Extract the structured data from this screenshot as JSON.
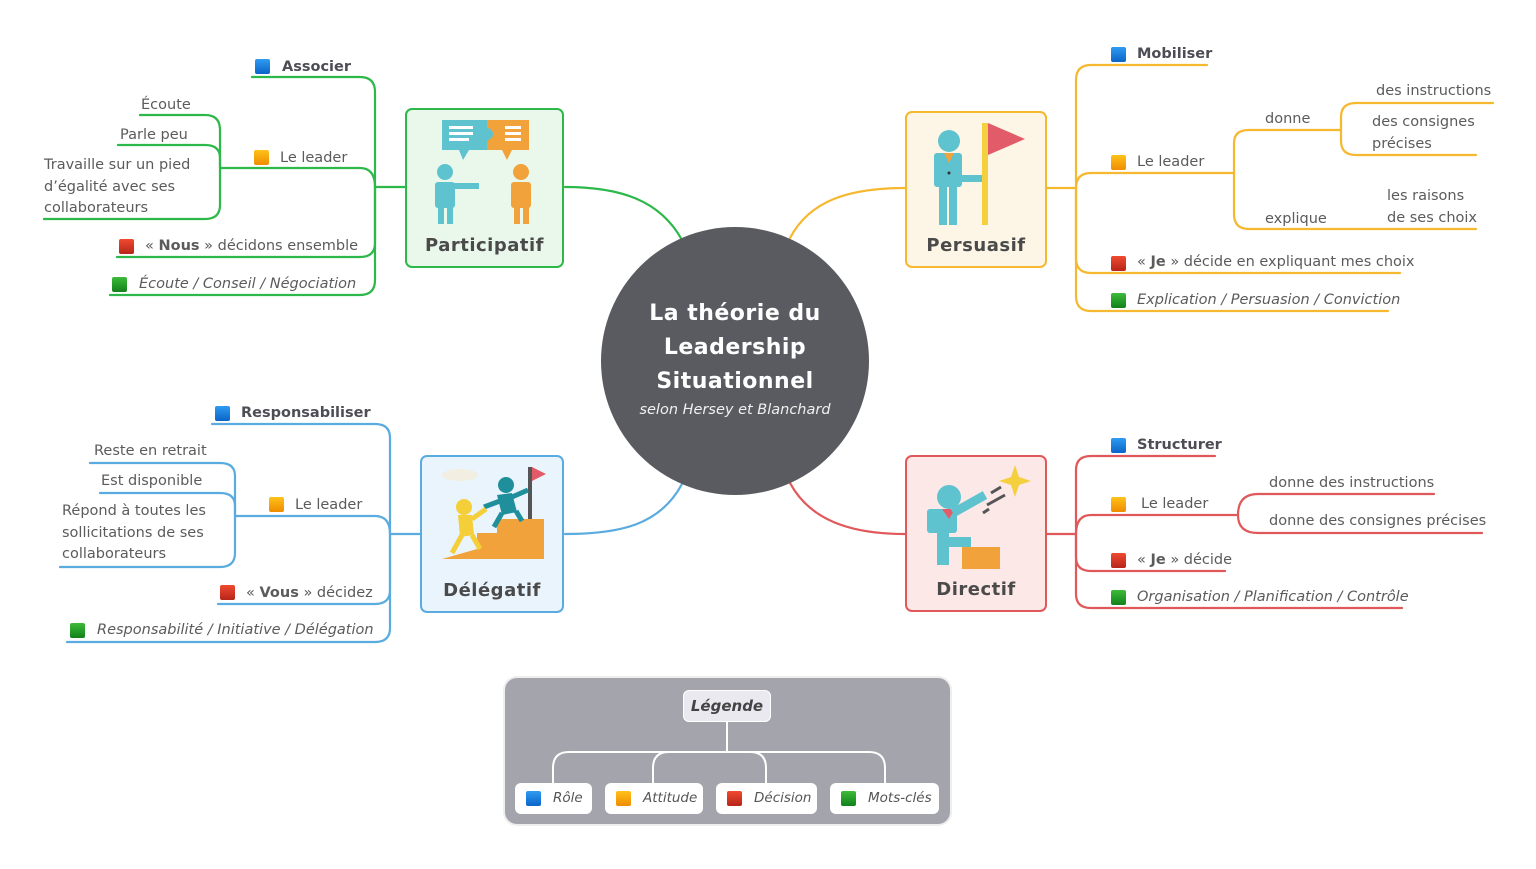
{
  "center": {
    "title_lines": [
      "La théorie du",
      "Leadership",
      "Situationnel"
    ],
    "subtitle": "selon Hersey et Blanchard"
  },
  "colors": {
    "participatif": "#2db84a",
    "persuasif": "#f5b82e",
    "delegatif": "#5aabdf",
    "directif": "#e0585a",
    "center": "#5a5b60",
    "role": "#1a7fe0",
    "attitude": "#f5a30a",
    "decision": "#d8352a",
    "keywords": "#25a12a"
  },
  "styles": {
    "participatif": {
      "label": "Participatif",
      "role": "Associer",
      "leader_label": "Le leader",
      "leader_items": [
        "Écoute",
        "Parle peu",
        "Travaille sur un pied d’égalité avec ses collaborateurs"
      ],
      "decision_pre": "« ",
      "decision_bold": "Nous",
      "decision_post": " » décidons ensemble",
      "keywords": "Écoute / Conseil / Négociation"
    },
    "persuasif": {
      "label": "Persuasif",
      "role": "Mobiliser",
      "leader_label": "Le leader",
      "verbs": [
        {
          "verb": "donne",
          "objects": [
            "des instructions",
            "des consignes précises"
          ]
        },
        {
          "verb": "explique",
          "objects": [
            "les raisons de ses choix"
          ]
        }
      ],
      "decision_pre": "« ",
      "decision_bold": "Je",
      "decision_post": " » décide en expliquant mes choix",
      "keywords": "Explication / Persuasion / Conviction"
    },
    "delegatif": {
      "label": "Délégatif",
      "role": "Responsabiliser",
      "leader_label": "Le leader",
      "leader_items": [
        "Reste en retrait",
        "Est disponible",
        "Répond à toutes les sollicitations de ses collaborateurs"
      ],
      "decision_pre": "« ",
      "decision_bold": "Vous",
      "decision_post": " » décidez",
      "keywords": "Responsabilité / Initiative / Délégation"
    },
    "directif": {
      "label": "Directif",
      "role": "Structurer",
      "leader_label": "Le leader",
      "leader_items": [
        "donne des instructions",
        "donne  des consignes précises"
      ],
      "decision_pre": "« ",
      "decision_bold": "Je",
      "decision_post": " » décide",
      "keywords": "Organisation /  Planification / Contrôle"
    }
  },
  "legend": {
    "title": "Légende",
    "items": [
      {
        "label": "Rôle",
        "type": "role"
      },
      {
        "label": "Attitude",
        "type": "attitude"
      },
      {
        "label": "Décision",
        "type": "decision"
      },
      {
        "label": "Mots-clés",
        "type": "keywords"
      }
    ]
  }
}
